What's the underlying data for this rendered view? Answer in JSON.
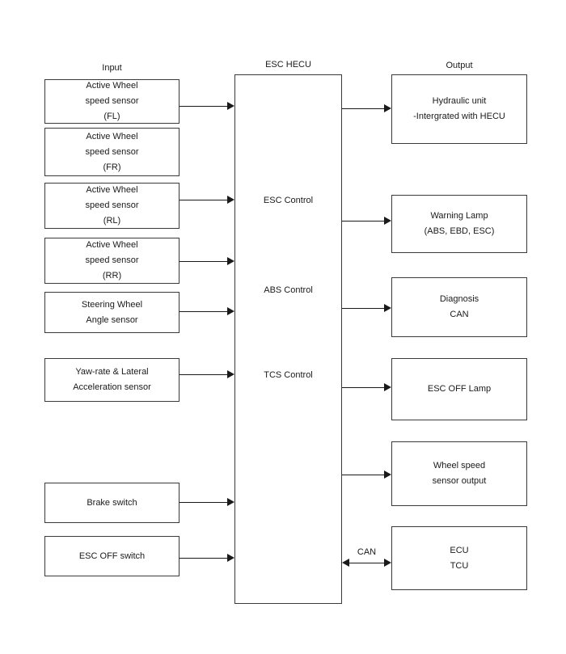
{
  "column_labels": {
    "input": "Input",
    "hecu": "ESC HECU",
    "output": "Output"
  },
  "hecu_functions": [
    "ESC Control",
    "ABS Control",
    "TCS Control"
  ],
  "input_boxes": [
    {
      "id": "wheel-speed-fl",
      "lines": [
        "Active Wheel",
        "speed sensor",
        "(FL)"
      ]
    },
    {
      "id": "wheel-speed-fr",
      "lines": [
        "Active Wheel",
        "speed sensor",
        "(FR)"
      ]
    },
    {
      "id": "wheel-speed-rl",
      "lines": [
        "Active Wheel",
        "speed sensor",
        "(RL)"
      ]
    },
    {
      "id": "wheel-speed-rr",
      "lines": [
        "Active Wheel",
        "speed sensor",
        "(RR)"
      ]
    },
    {
      "id": "steering-angle",
      "lines": [
        "Steering Wheel",
        "Angle sensor"
      ]
    },
    {
      "id": "yaw-lateral",
      "lines": [
        "Yaw-rate & Lateral",
        "Acceleration sensor"
      ]
    },
    {
      "id": "brake-switch",
      "lines": [
        "Brake switch"
      ]
    },
    {
      "id": "esc-off-switch",
      "lines": [
        "ESC OFF switch"
      ]
    }
  ],
  "output_boxes": [
    {
      "id": "hydraulic-unit",
      "lines": [
        "Hydraulic unit",
        "-Intergrated with HECU"
      ]
    },
    {
      "id": "warning-lamp",
      "lines": [
        "Warning Lamp",
        "(ABS, EBD, ESC)"
      ]
    },
    {
      "id": "diagnosis-can",
      "lines": [
        "Diagnosis",
        "CAN"
      ]
    },
    {
      "id": "esc-off-lamp",
      "lines": [
        "ESC OFF Lamp"
      ]
    },
    {
      "id": "wheel-speed-output",
      "lines": [
        "Wheel speed",
        "sensor output"
      ]
    },
    {
      "id": "ecu-tcu",
      "lines": [
        "ECU",
        "TCU"
      ]
    }
  ],
  "can_bus_label": "CAN",
  "colors": {
    "background": "#ffffff",
    "line": "#1a1a1a",
    "box_border": "#3a3a3a",
    "text": "#1a1a1a"
  }
}
